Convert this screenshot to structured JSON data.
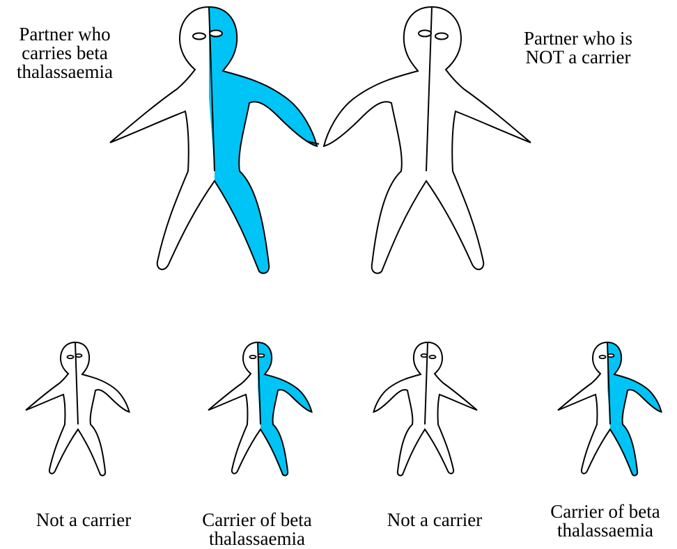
{
  "parents": {
    "carrier_label": [
      "Partner who",
      "carries beta",
      "thalassaemia"
    ],
    "non_carrier_label": [
      "Partner who is",
      "NOT a carrier"
    ]
  },
  "children": [
    {
      "label": [
        "Not a carrier"
      ],
      "carrier": false
    },
    {
      "label": [
        "Carrier of beta",
        "thalassaemia"
      ],
      "carrier": true
    },
    {
      "label": [
        "Not a carrier"
      ],
      "carrier": false
    },
    {
      "label": [
        "Carrier of beta",
        "thalassaemia"
      ],
      "carrier": true
    }
  ],
  "colors": {
    "carrier_fill": "#00c4f5",
    "outline": "#000000",
    "background": "#ffffff"
  }
}
